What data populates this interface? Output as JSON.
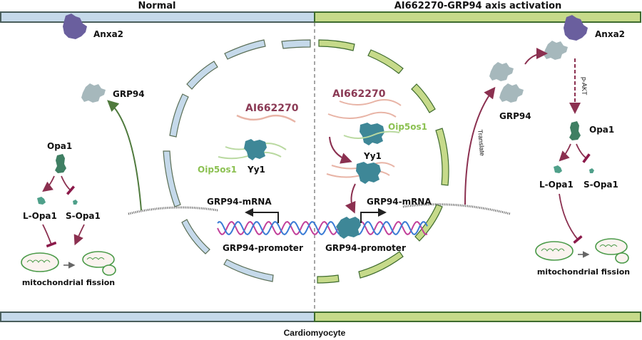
{
  "panels": {
    "left_title": "Normal",
    "right_title": "AI662270-GRP94 axis activation",
    "bottom_label": "Cardiomyocyte"
  },
  "left": {
    "anxa2": "Anxa2",
    "grp94": "GRP94",
    "opa1": "Opa1",
    "l_opa1": "L-Opa1",
    "s_opa1": "S-Opa1",
    "fission": "mitochondrial fission",
    "lncrna": "AI662270",
    "oip5os1": "Oip5os1",
    "yy1": "Yy1",
    "mrna": "GRP94-mRNA",
    "promoter": "GRP94-promoter"
  },
  "right": {
    "anxa2": "Anxa2",
    "grp94": "GRP94",
    "pakt": "p-AKT",
    "translate": "Translate",
    "opa1": "Opa1",
    "l_opa1": "L-Opa1",
    "s_opa1": "S-Opa1",
    "fission": "mitochondrial fission",
    "lncrna": "AI662270",
    "oip5os1": "Oip5os1",
    "yy1": "Yy1",
    "mrna": "GRP94-mRNA",
    "promoter": "GRP94-promoter"
  },
  "colors": {
    "membrane_normal": "#c5d9ea",
    "membrane_active": "#c6da8a",
    "membrane_border_normal": "#4a5e5c",
    "membrane_border_active": "#3e6b2e",
    "arrow_maroon": "#8b3050",
    "arrow_green": "#4f7a3d",
    "anxa2": "#6a5f9e",
    "grp94": "#a6b8bc",
    "opa1": "#3f7f63",
    "yy1": "#3e8797",
    "lncrna_text": "#8b3a55",
    "oip5os1_text": "#8cc152",
    "mito": "#4a9a48"
  }
}
